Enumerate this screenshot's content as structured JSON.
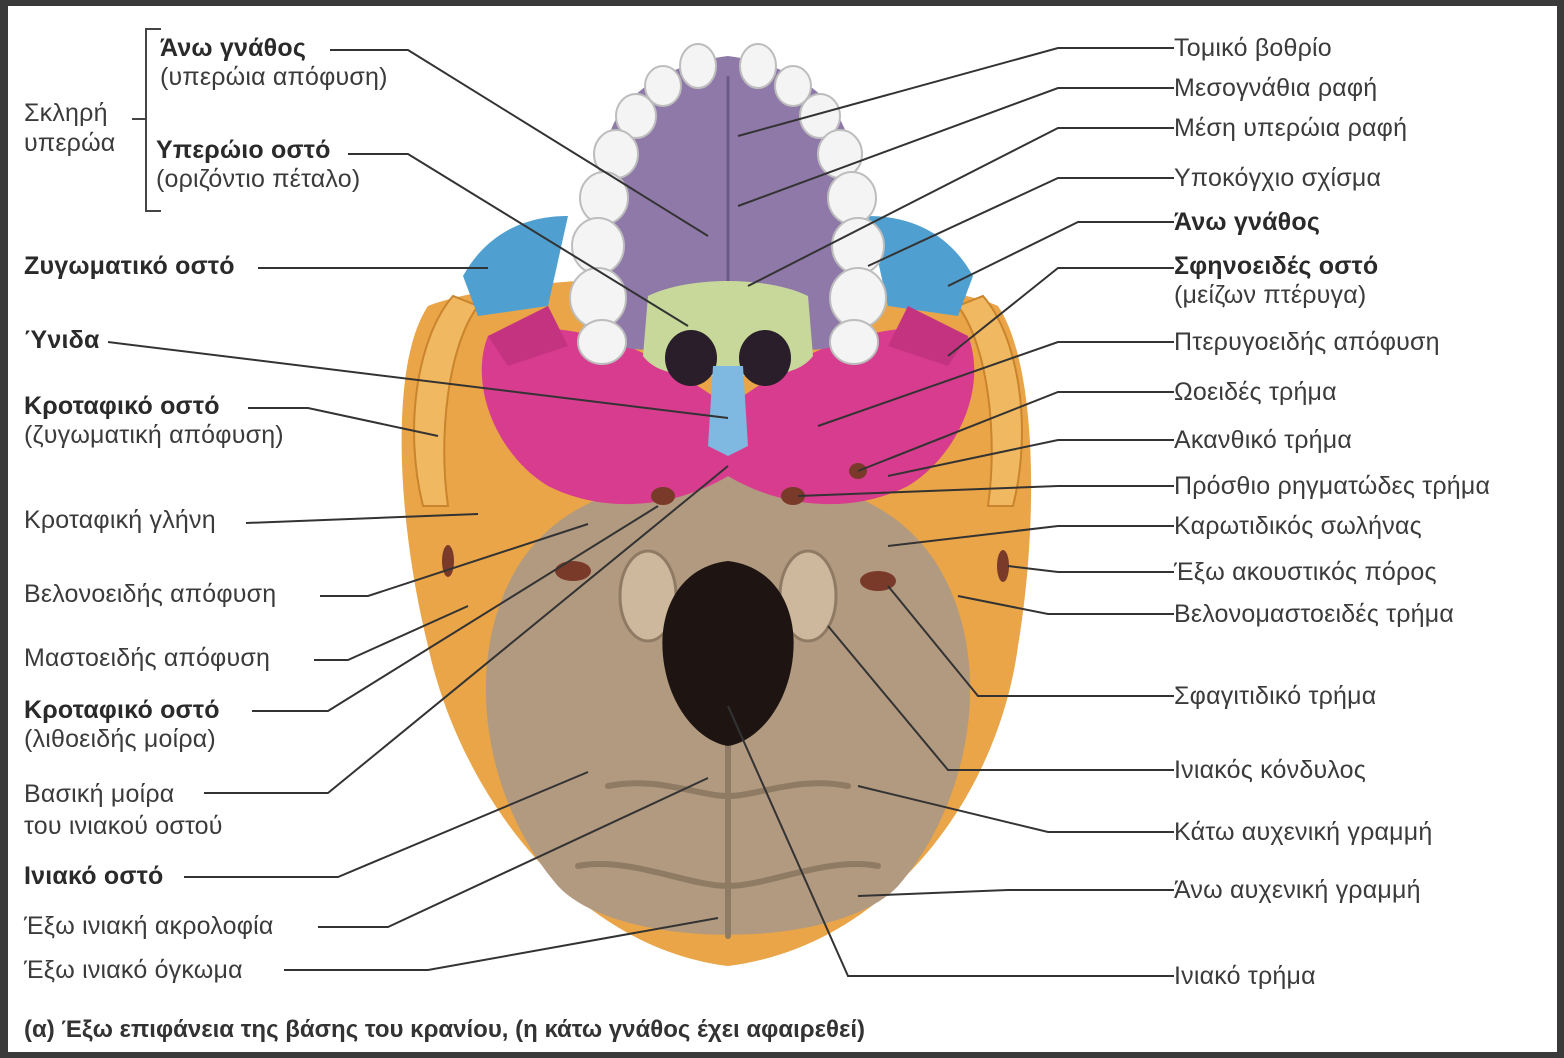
{
  "labels_left": {
    "group_hard_palate": "Σκληρή\nυπερώα",
    "maxilla_top": {
      "title": "Άνω γνάθος",
      "sub": "(υπερώια απόφυση)"
    },
    "palatine": {
      "title": "Υπερώιο οστό",
      "sub": "(οριζόντιο πέταλο)"
    },
    "zygomatic": "Ζυγωματικό οστό",
    "vomer": "Ύνιδα",
    "temporal_zyg": {
      "title": "Κροταφικό οστό",
      "sub": "(ζυγωματική απόφυση)"
    },
    "mandibular_fossa": "Κροταφική γλήνη",
    "styloid": "Βελονοειδής απόφυση",
    "mastoid": "Μαστοειδής απόφυση",
    "temporal_pet": {
      "title": "Κροταφικό οστό",
      "sub": "(λιθοειδής μοίρα)"
    },
    "basilar": "Βασική μοίρα\nτου ινιακού οστού",
    "occipital": "Ινιακό οστό",
    "ext_crest": "Έξω ινιακή ακρολοφία",
    "ext_protuberance": "Έξω ινιακό όγκωμα"
  },
  "labels_right": {
    "incisive_fossa": "Τομικό βοθρίο",
    "intermaxillary": "Μεσογνάθια ραφή",
    "median_palatine": "Μέση υπερώια ραφή",
    "infraorbital": "Υποκόγχιο σχίσμα",
    "maxilla": "Άνω γνάθος",
    "sphenoid": {
      "title": "Σφηνοειδές οστό",
      "sub": "(μείζων πτέρυγα)"
    },
    "pterygoid": "Πτερυγοειδής απόφυση",
    "ovale": "Ωοειδές τρήμα",
    "spinosum": "Ακανθικό τρήμα",
    "lacerum": "Πρόσθιο ρηγματώδες τρήμα",
    "carotid": "Καρωτιδικός σωλήνας",
    "acoustic": "Έξω ακουστικός πόρος",
    "stylomastoid": "Βελονομαστοειδές τρήμα",
    "jugular": "Σφαγιτιδικό τρήμα",
    "condyle": "Ινιακός κόνδυλος",
    "inf_nuchal": "Κάτω αυχενική γραμμή",
    "sup_nuchal": "Άνω αυχενική γραμμή",
    "magnum": "Ινιακό τρήμα"
  },
  "caption": "(α) Έξω επιφάνεια της βάσης του κρανίου, (η κάτω γνάθος έχει αφαιρεθεί)",
  "colors": {
    "maxilla": "#8f79a8",
    "palatine": "#c7d89a",
    "vomer": "#7fb8e0",
    "zygomatic": "#4f9fd0",
    "sphenoid": "#d83c8e",
    "temporal": "#e9a547",
    "occipital": "#b29a80",
    "teeth": "#f4f4f4"
  }
}
